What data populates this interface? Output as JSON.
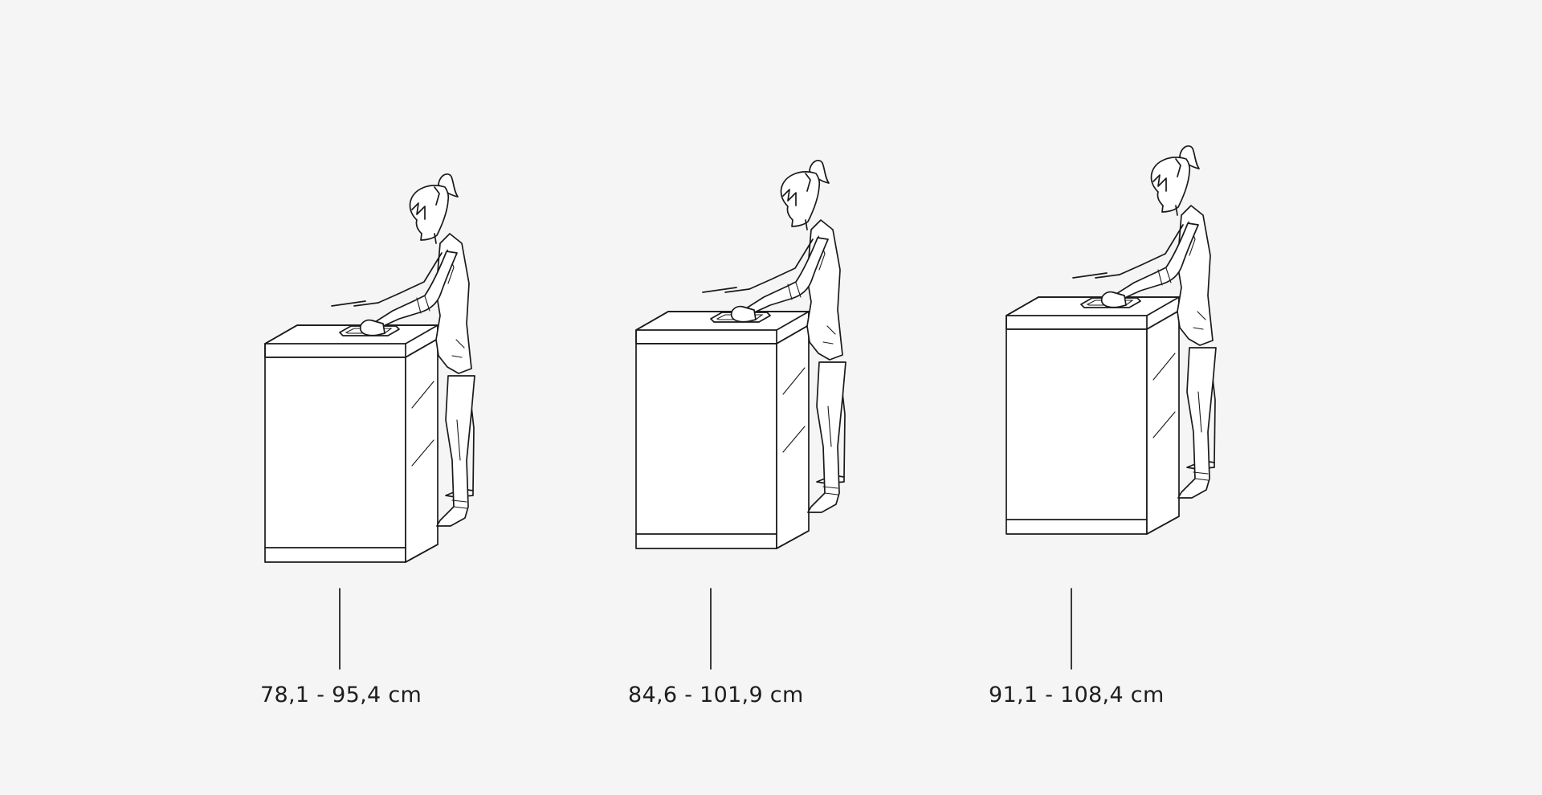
{
  "colors": {
    "background": "#f5f5f5",
    "line": "#1a1a1a",
    "fill": "#ffffff"
  },
  "figures": [
    {
      "label": "78,1 - 95,4 cm"
    },
    {
      "label": "84,6 - 101,9 cm"
    },
    {
      "label": "91,1 - 108,4 cm"
    }
  ]
}
